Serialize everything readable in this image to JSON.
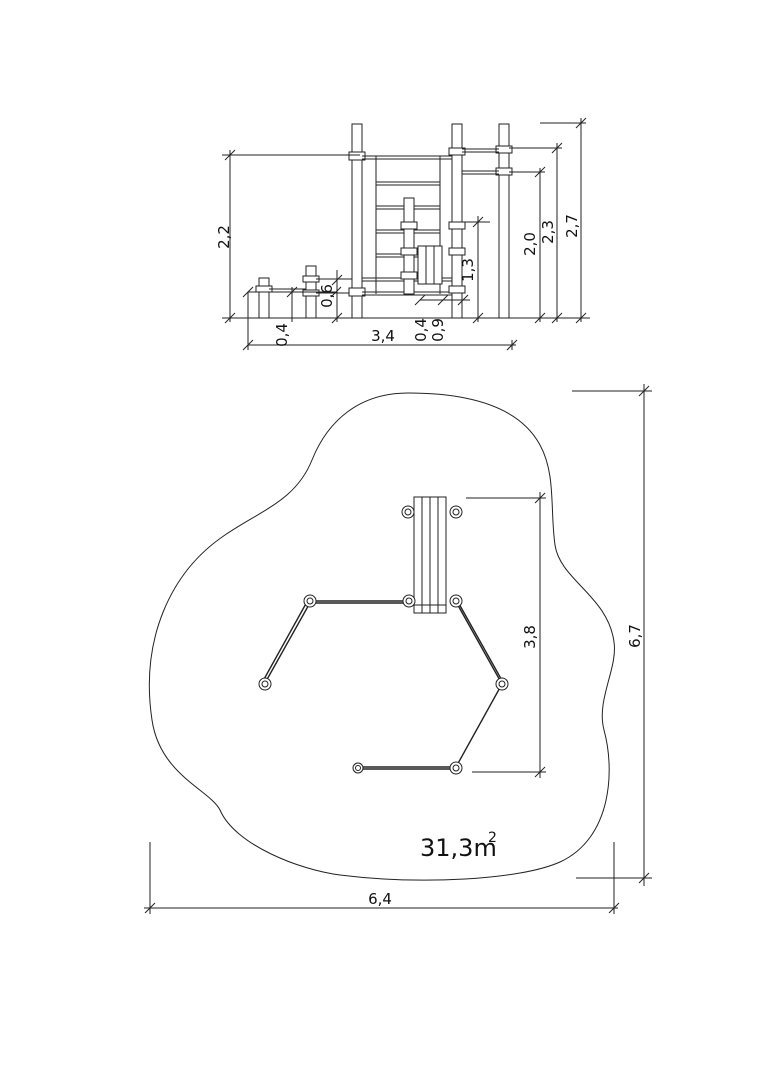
{
  "elevation": {
    "dims": {
      "height_2_2": "2,2",
      "height_0_6": "0,6",
      "height_1_3": "1,3",
      "height_2_0": "2,0",
      "height_2_3": "2,3",
      "height_2_7": "2,7",
      "width_0_4_left": "0,4",
      "width_3_4": "3,4",
      "width_0_4_right": "0,4",
      "width_0_9": "0,9"
    }
  },
  "plan": {
    "dims": {
      "depth_3_8": "3,8",
      "total_6_7": "6,7",
      "total_6_4": "6,4"
    },
    "area": {
      "value": "31,3m",
      "superscript": "2"
    }
  }
}
